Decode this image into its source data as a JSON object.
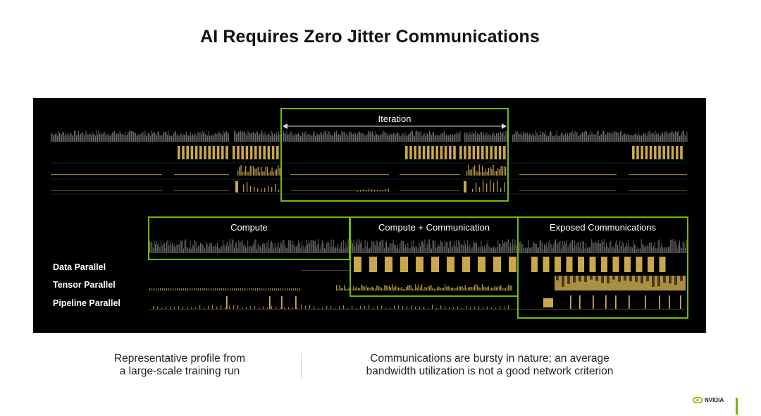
{
  "slide": {
    "title": "AI Requires Zero Jitter Communications",
    "iteration_label": "Iteration",
    "phases": {
      "compute": "Compute",
      "compute_comm": "Compute + Communication",
      "exposed": "Exposed Communications"
    },
    "rows": {
      "data_parallel": "Data Parallel",
      "tensor_parallel": "Tensor Parallel",
      "pipeline_parallel": "Pipeline Parallel"
    },
    "caption_left": [
      "Representative profile from",
      "a large-scale training run"
    ],
    "caption_right": [
      "Communications are bursty in nature; an average",
      "bandwidth utilization is not a good network criterion"
    ],
    "brand": "NVIDIA"
  },
  "colors": {
    "accent": "#76b900",
    "gold": "#c9a84c",
    "grey_trace": "#8c8c8c",
    "panel_bg": "#000000"
  },
  "icons": {
    "logo": "nvidia-eye-icon",
    "iteration_arrow": "double-arrow-icon"
  }
}
